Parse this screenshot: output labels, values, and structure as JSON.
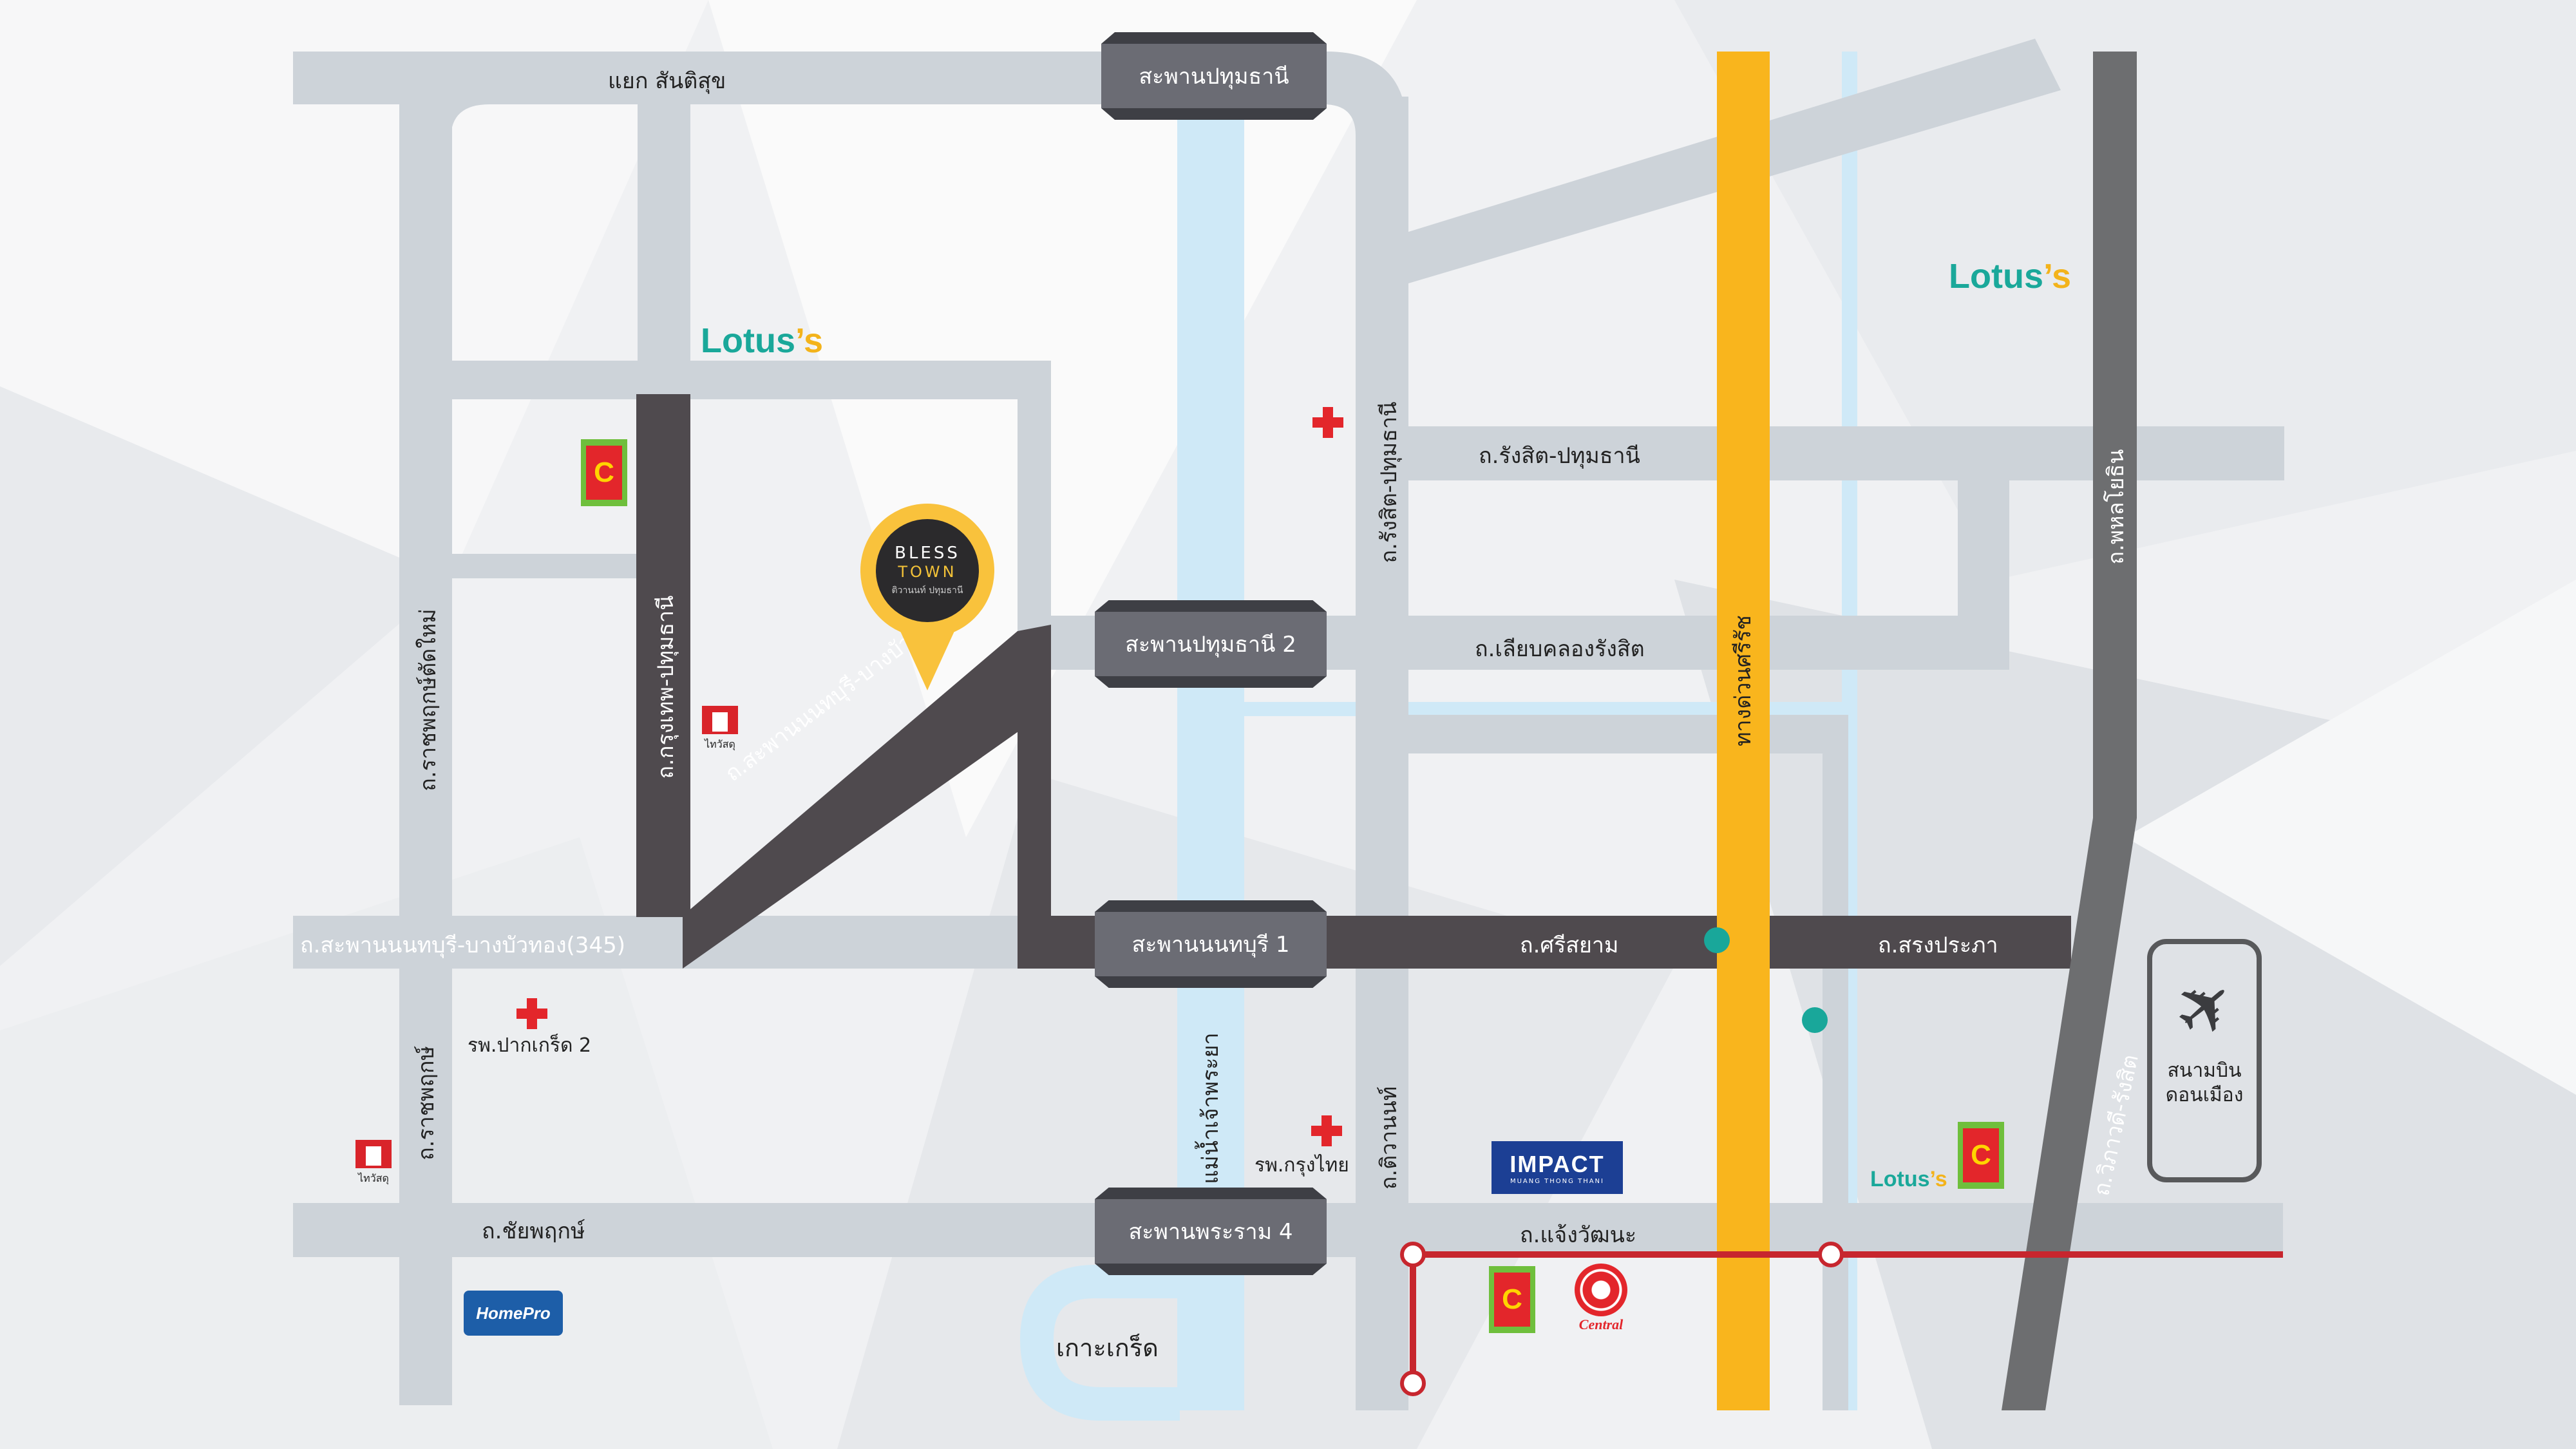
{
  "roads": {
    "top_intersection": "แยก สันติสุข",
    "ratchaphruek_tatmai": "ถ.ราชพฤกษ์ตัดใหม่",
    "krungthep_pathum": "ถ.กรุงเทพ-ปทุมธานี",
    "saphan_nonthaburi_diag": "ถ.สะพานนนทบุรี-บางบัวทอง(345)",
    "saphan_nonthaburi_main": "ถ.สะพานนนทบุรี-บางบัวทอง(345)",
    "rangsit_pathum_v": "ถ.รังสิต-ปทุมธานี",
    "rangsit_pathum_h": "ถ.รังสิต-ปทุมธานี",
    "liap_khlong": "ถ.เลียบคลองรังสิต",
    "expressway": "ทางด่วนศรีรัช",
    "phahonyothin": "ถ.พหลโยธิน",
    "sri_sayam": "ถ.ศรีสยาม",
    "songprapa": "ถ.สรงประภา",
    "ratchaphruek": "ถ.ราชพฤกษ์",
    "tiwanon": "ถ.ติวานนท์",
    "chaiyaphruek": "ถ.ชัยพฤกษ์",
    "chaengwattana": "ถ.แจ้งวัฒนะ",
    "vibhavadi": "ถ.วิภาวดี-รังสิต",
    "river": "แม่น้ำเจ้าพระยา",
    "ko_kret": "เกาะเกร็ด"
  },
  "bridges": {
    "pathum_1": "สะพานปทุมธานี",
    "pathum_2": "สะพานปทุมธานี 2",
    "nonthaburi_1": "สะพานนนทบุรี 1",
    "rama_4": "สะพานพระราม 4"
  },
  "places": {
    "hospital_pakkret": "รพ.ปากเกร็ด 2",
    "hospital_krungthai": "รพ.กรุงไทย",
    "airport": "สนามบินดอนเมือง"
  },
  "brands": {
    "lotus_main": "Lotus",
    "lotus_suffix": "’s",
    "bigc": "C",
    "thaiwatsadu": "ไทวัสดุ",
    "impact": "IMPACT",
    "impact_sub": "MUANG THONG THANI",
    "homepro": "HomePro",
    "central": "Central"
  },
  "pin": {
    "line1": "BLESS",
    "line2": "TOWN",
    "line3": "ติวานนท์ ปทุมธานี"
  },
  "colors": {
    "road_light": "#cdd3d9",
    "road_dark": "#4f4a4e",
    "river": "#cfe9f7",
    "expressway": "#f9b51d",
    "phahonyothin": "#6d6e70",
    "rail": "#c7262e",
    "station": "#19a79a"
  }
}
